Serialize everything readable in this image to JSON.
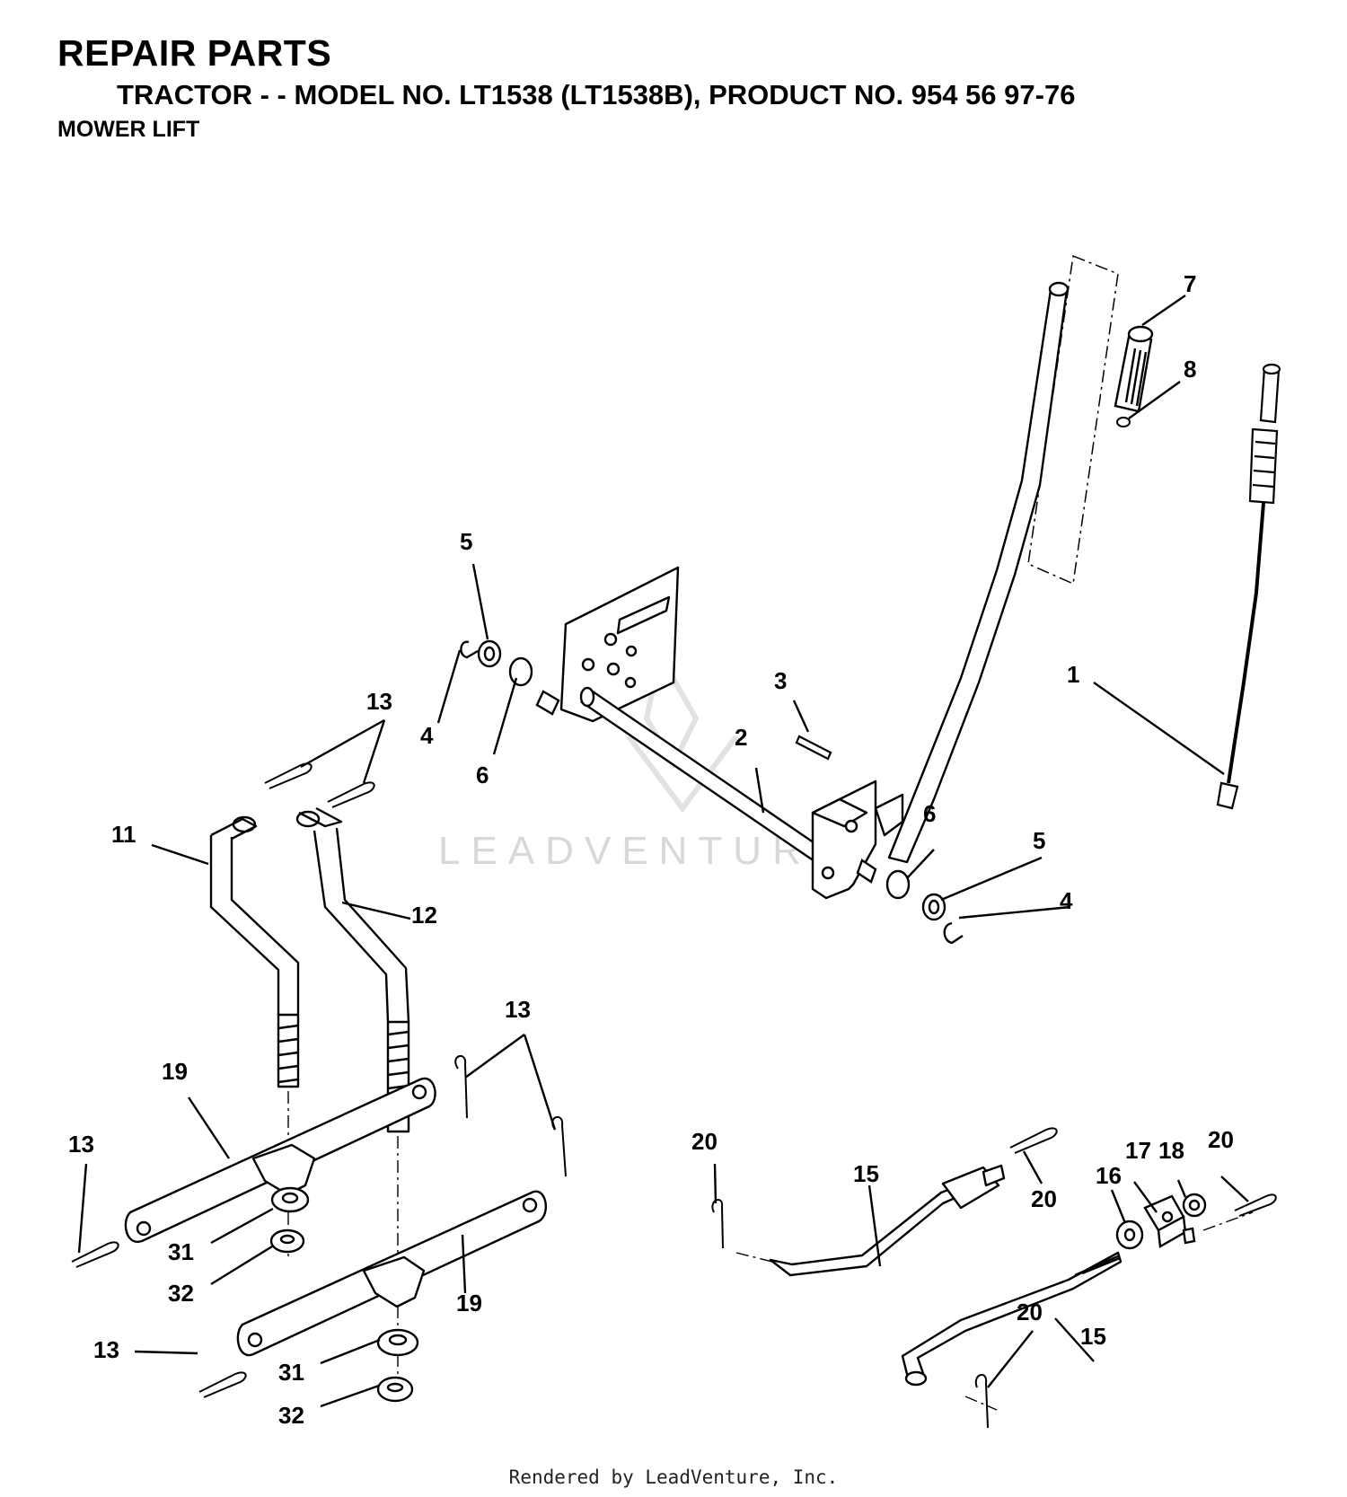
{
  "header": {
    "title": "REPAIR PARTS",
    "subtitle": "TRACTOR - - MODEL NO. LT1538 (LT1538B), PRODUCT NO. 954 56 97-76",
    "section": "MOWER LIFT"
  },
  "watermark": "LEADVENTURE",
  "footer": "Rendered by LeadVenture, Inc.",
  "callouts": [
    {
      "id": "c7",
      "text": "7"
    },
    {
      "id": "c8",
      "text": "8"
    },
    {
      "id": "c5a",
      "text": "5"
    },
    {
      "id": "c1",
      "text": "1"
    },
    {
      "id": "c3",
      "text": "3"
    },
    {
      "id": "c13a",
      "text": "13"
    },
    {
      "id": "c4a",
      "text": "4"
    },
    {
      "id": "c6a",
      "text": "6"
    },
    {
      "id": "c2",
      "text": "2"
    },
    {
      "id": "c6b",
      "text": "6"
    },
    {
      "id": "c5b",
      "text": "5"
    },
    {
      "id": "c11",
      "text": "11"
    },
    {
      "id": "c4b",
      "text": "4"
    },
    {
      "id": "c12",
      "text": "12"
    },
    {
      "id": "c13b",
      "text": "13"
    },
    {
      "id": "c19a",
      "text": "19"
    },
    {
      "id": "c13c",
      "text": "13"
    },
    {
      "id": "c20a",
      "text": "20"
    },
    {
      "id": "c15a",
      "text": "15"
    },
    {
      "id": "c20b",
      "text": "20"
    },
    {
      "id": "c16",
      "text": "16"
    },
    {
      "id": "c17",
      "text": "17"
    },
    {
      "id": "c18",
      "text": "18"
    },
    {
      "id": "c20c",
      "text": "20"
    },
    {
      "id": "c31a",
      "text": "31"
    },
    {
      "id": "c32a",
      "text": "32"
    },
    {
      "id": "c19b",
      "text": "19"
    },
    {
      "id": "c13d",
      "text": "13"
    },
    {
      "id": "c31b",
      "text": "31"
    },
    {
      "id": "c32b",
      "text": "32"
    },
    {
      "id": "c20d",
      "text": "20"
    },
    {
      "id": "c15b",
      "text": "15"
    }
  ]
}
